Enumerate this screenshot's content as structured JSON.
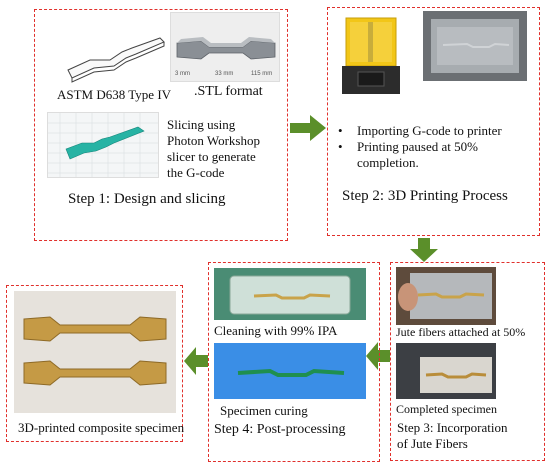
{
  "step1": {
    "sample_label": "ASTM D638 Type IV",
    "stl_label": ".STL format",
    "slicing_text": [
      "Slicing using",
      "Photon Workshop",
      "slicer to generate",
      "the G-code"
    ],
    "title": "Step 1: Design and slicing",
    "stl_dims": [
      "3 mm",
      "33 mm",
      "115 mm"
    ]
  },
  "step2": {
    "bullets": [
      "Importing G-code to printer",
      "Printing paused at 50%",
      "completion."
    ],
    "title": "Step 2: 3D Printing Process"
  },
  "step3": {
    "caption_top": "Jute fibers attached at 50%",
    "caption_bottom": "Completed specimen",
    "title": [
      "Step 3: Incorporation",
      "of Jute Fibers"
    ]
  },
  "step4": {
    "caption_top": "Cleaning with 99% IPA",
    "caption_bottom": "Specimen curing",
    "title": "Step 4: Post-processing"
  },
  "final": {
    "caption": "3D-printed composite specimen"
  },
  "colors": {
    "dashed_border": "#e0302c",
    "arrow": "#5b8f2a",
    "printer_yellow": "#f2c618"
  }
}
